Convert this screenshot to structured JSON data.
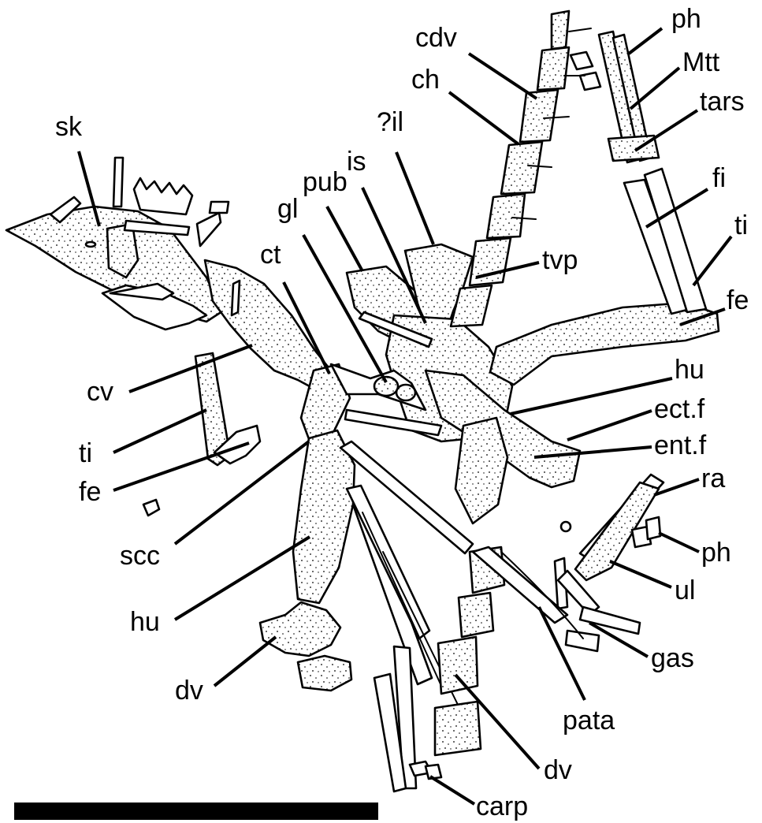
{
  "labels": {
    "sk": "sk",
    "ct": "ct",
    "gl": "gl",
    "pub": "pub",
    "is": "is",
    "il": "?il",
    "ch": "ch",
    "cdv": "cdv",
    "ph_top": "ph",
    "mtt": "Mtt",
    "tars": "tars",
    "fi": "fi",
    "ti_right": "ti",
    "tvp": "tvp",
    "fe_right": "fe",
    "hu_right": "hu",
    "ectf": "ect.f",
    "entf": "ent.f",
    "ra": "ra",
    "ph_right": "ph",
    "ul": "ul",
    "gas": "gas",
    "pata": "pata",
    "dv_right": "dv",
    "carp": "carp",
    "cv": "cv",
    "ti_left": "ti",
    "fe_left": "fe",
    "scc": "scc",
    "hu_left": "hu",
    "dv_left": "dv"
  }
}
